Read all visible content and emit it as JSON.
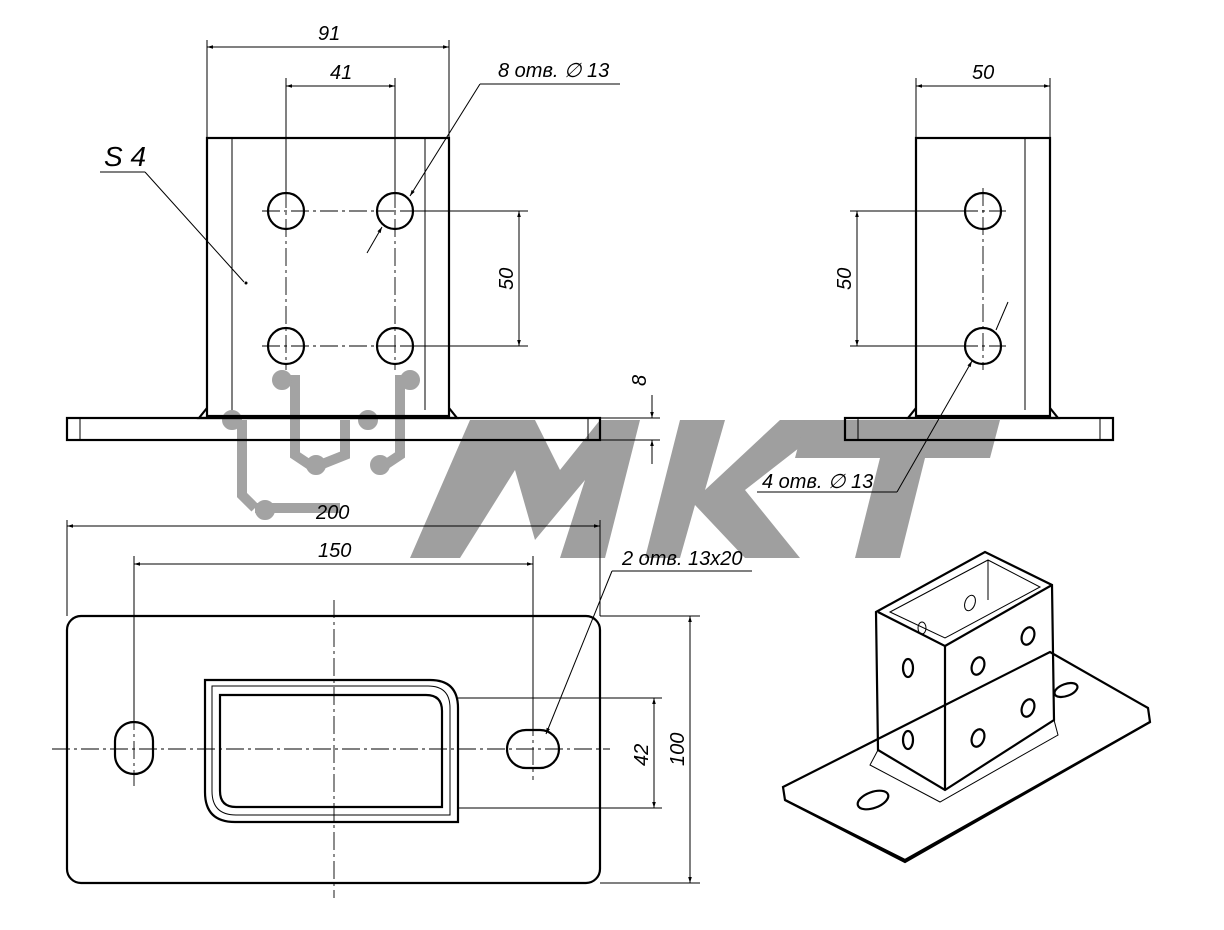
{
  "dimensions": {
    "front_width": "91",
    "front_hole_spacing": "41",
    "front_holes": "8 отв. ∅ 13",
    "front_vertical_spacing": "50",
    "material_thickness": "S 4",
    "plate_thickness": "8",
    "side_width": "50",
    "side_vertical_spacing": "50",
    "side_holes": "4 отв. ∅ 13",
    "plate_length": "200",
    "slot_spacing": "150",
    "slots": "2 отв. 13х20",
    "tube_width": "42",
    "plate_width": "100"
  },
  "watermark": {
    "text": "МКТ",
    "color": "#9a9a9a"
  }
}
